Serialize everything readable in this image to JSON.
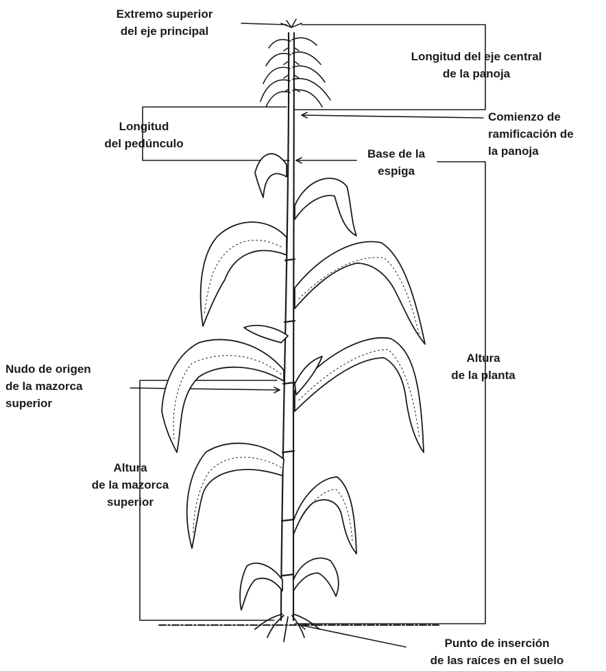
{
  "labels": {
    "top_tip": [
      "Extremo  superior",
      "del  eje  principal"
    ],
    "tassel_axis_length": [
      "Longitud  del  eje  central",
      "de  la  panoja"
    ],
    "tassel_branch_start": [
      "Comienzo  de",
      "ramificación  de",
      "la  panoja"
    ],
    "peduncle_length": [
      "Longitud",
      "del  pedúnculo"
    ],
    "spike_base": [
      "Base  de  la",
      "espiga"
    ],
    "upper_ear_node": [
      "Nudo  de  origen",
      "de  la  mazorca",
      "superior"
    ],
    "plant_height": [
      "Altura",
      "de  la  planta"
    ],
    "upper_ear_height": [
      "Altura",
      "de  la  mazorca",
      "superior"
    ],
    "root_insertion_point": [
      "Punto  de  inserción",
      "de  las  raíces  en  el  suelo"
    ]
  },
  "colors": {
    "ink": "#1a1a1a",
    "background": "#ffffff"
  }
}
